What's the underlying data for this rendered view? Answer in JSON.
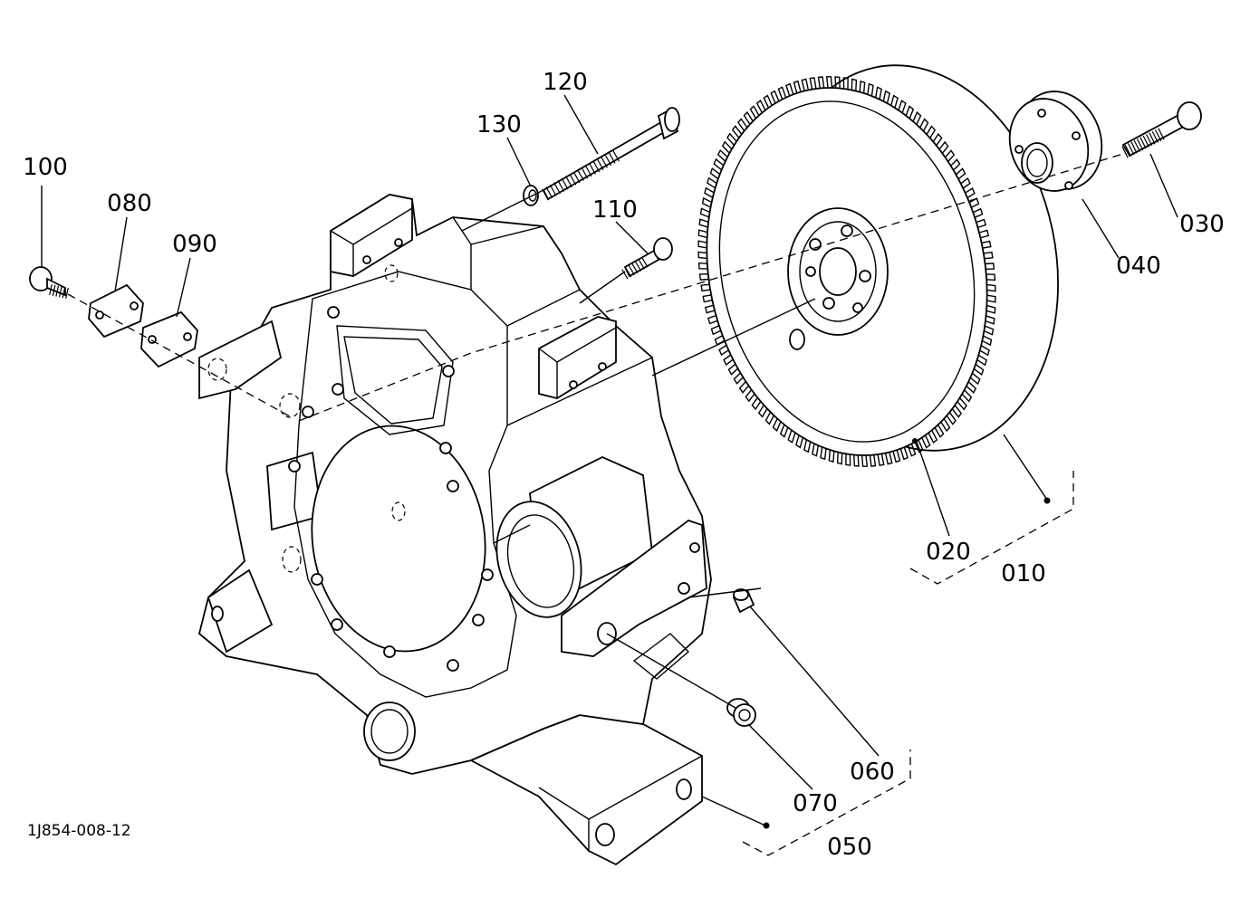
{
  "diagram": {
    "reference_code": "1J854-008-12",
    "labels": {
      "p010": "010",
      "p020": "020",
      "p030": "030",
      "p040": "040",
      "p050": "050",
      "p060": "060",
      "p070": "070",
      "p080": "080",
      "p090": "090",
      "p100": "100",
      "p110": "110",
      "p120": "120",
      "p130": "130"
    }
  }
}
